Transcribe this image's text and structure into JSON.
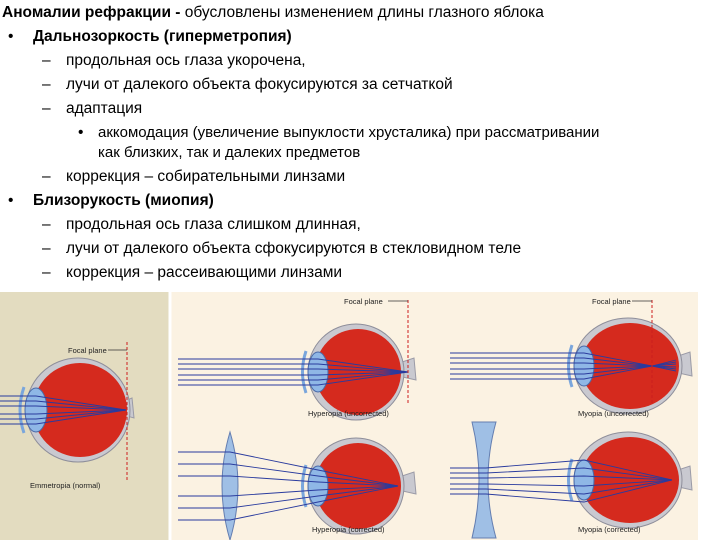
{
  "heading": {
    "bold": "Аномалии рефракции -",
    "rest": " обусловлены изменением длины глазного яблока"
  },
  "bullets": {
    "symbol": "•",
    "dash": "–",
    "hyperopia": {
      "title": "Дальнозоркость (гиперметропия)",
      "items": [
        "продольная ось глаза укорочена,",
        "лучи от далекого объекта фокусируются за  сетчаткой",
        "адаптация"
      ],
      "sub_item_line1": "аккомодация (увеличение выпуклости хрусталика) при рассматривании",
      "sub_item_line2": "как близких, так и далеких предметов",
      "correction": "коррекция – собирательными линзами"
    },
    "myopia": {
      "title": "Близорукость (миопия)",
      "items": [
        "продольная ось глаза слишком длинная,",
        "лучи от далекого объекта сфокусируются в стекловидном теле",
        "коррекция –  рассеивающими линзами"
      ]
    }
  },
  "figure": {
    "panels": {
      "emmetropia": {
        "caption": "Emmetropia (normal)",
        "focal_label": "Focal plane"
      },
      "hyperopia_uncorrected": {
        "caption": "Hyperopia (uncorrected)",
        "focal_label": "Focal plane"
      },
      "myopia_uncorrected": {
        "caption": "Myopia (uncorrected)",
        "focal_label": "Focal plane"
      },
      "hyperopia_corrected": {
        "caption": "Hyperopia (corrected)"
      },
      "myopia_corrected": {
        "caption": "Myopia (corrected)"
      }
    },
    "colors": {
      "left_bg": "#e3dcc0",
      "right_bg": "#fbf2e2",
      "eye_red": "#d52a1e",
      "sclera": "#c9c9d0",
      "ray_blue": "#2a3b9e",
      "lens_blue": "#8fb7e6",
      "focal_red": "#cc1e1e"
    }
  }
}
